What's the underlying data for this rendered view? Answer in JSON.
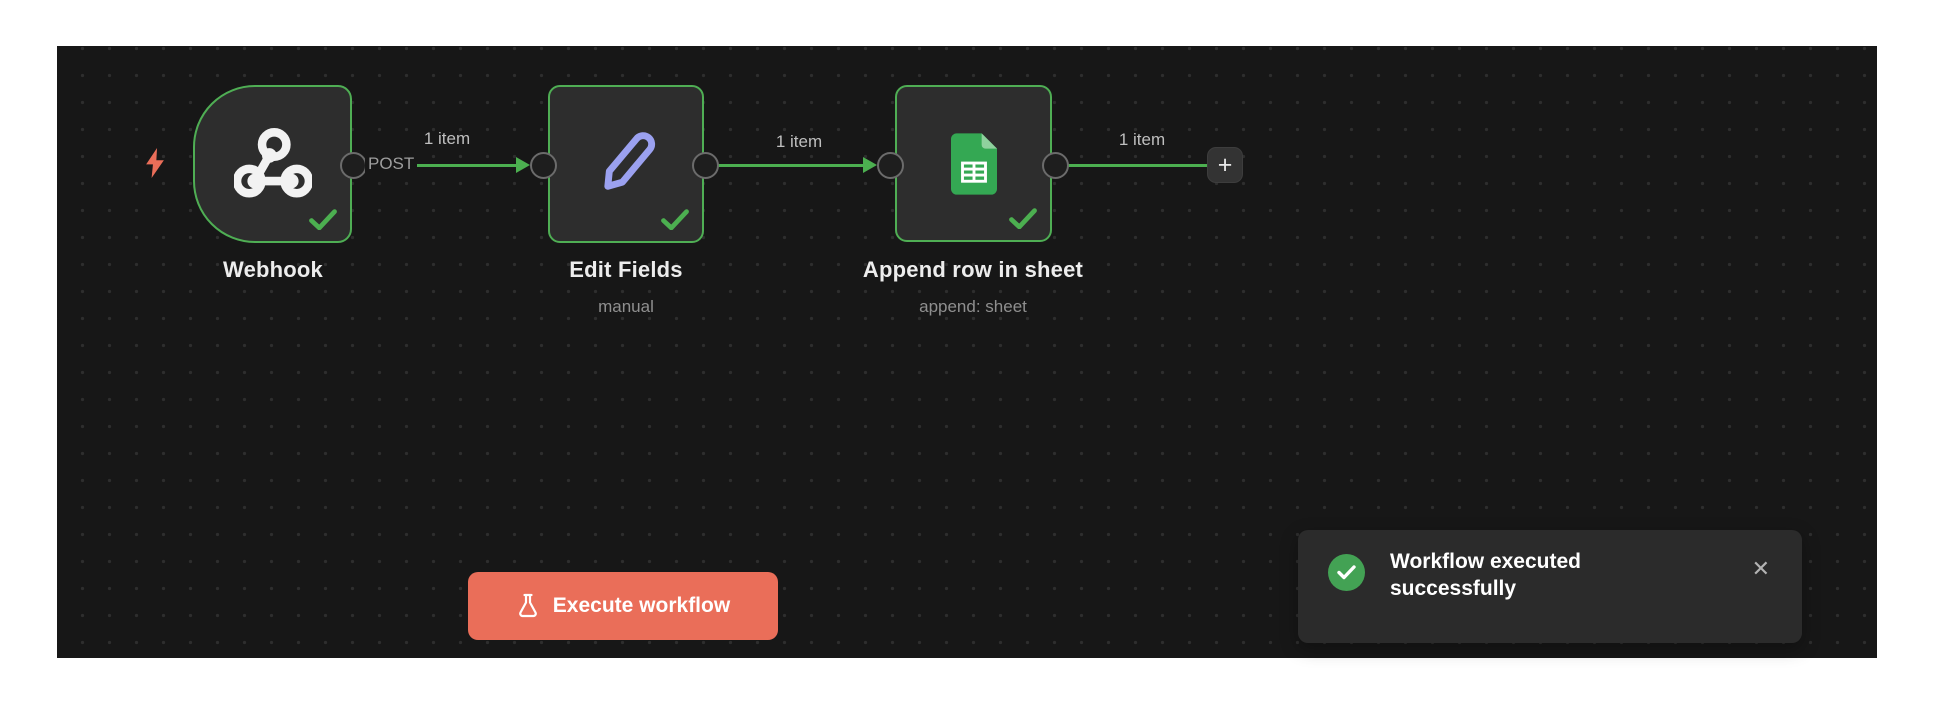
{
  "workflow": {
    "nodes": [
      {
        "id": "webhook",
        "title": "Webhook",
        "subtitle": "",
        "status": "success",
        "output_label": "POST",
        "icon": "webhook-icon"
      },
      {
        "id": "edit-fields",
        "title": "Edit Fields",
        "subtitle": "manual",
        "status": "success",
        "icon": "pencil-icon"
      },
      {
        "id": "append-row-in-sheet",
        "title": "Append row in sheet",
        "subtitle": "append: sheet",
        "status": "success",
        "icon": "google-sheets-icon"
      }
    ],
    "connections": [
      {
        "from": "webhook",
        "to": "edit-fields",
        "label": "1 item"
      },
      {
        "from": "edit-fields",
        "to": "append-row-in-sheet",
        "label": "1 item"
      },
      {
        "from": "append-row-in-sheet",
        "to": "add-node",
        "label": "1 item"
      }
    ],
    "add_node_button_label": "+"
  },
  "toolbar": {
    "execute_label": "Execute workflow"
  },
  "toast": {
    "message": "Workflow executed successfully",
    "close_label": "✕"
  },
  "colors": {
    "canvas_bg": "#171717",
    "node_bg": "#2d2d2d",
    "accent_green": "#4caf50",
    "primary_coral": "#ea6e59",
    "pencil_purple": "#9ba1f0",
    "sheets_green": "#34a853",
    "toast_bg": "#2b2b2b"
  }
}
